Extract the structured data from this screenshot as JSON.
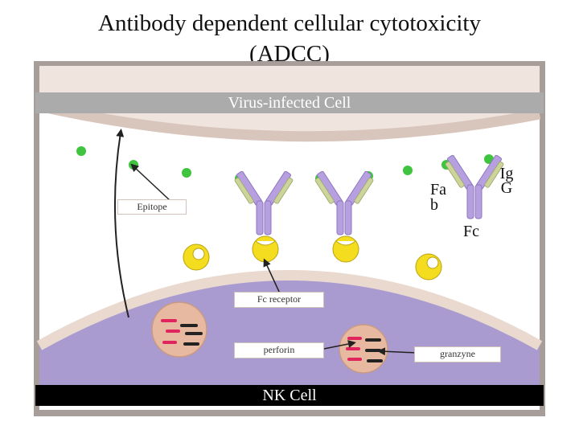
{
  "title_line1": "Antibody dependent cellular cytotoxicity",
  "title_line2": "(ADCC)",
  "virus_banner": "Virus-infected Cell",
  "nk_banner": "NK Cell",
  "labels": {
    "epitope": "Epitope",
    "fab_line1": "Fa",
    "fab_line2": "b",
    "igg_line1": "Ig",
    "igg_line2": "G",
    "fc": "Fc",
    "fc_receptor": "Fc receptor",
    "perforin": "perforin",
    "granzyne": "granzyne"
  },
  "colors": {
    "frame": "#a89e99",
    "virus_cell": "#f0e4de",
    "virus_membrane": "#d8c6bd",
    "nk_cell": "#a99bcf",
    "nk_membrane": "#e9d9cf",
    "antigen": "#3fc43f",
    "antibody": "#b7a0df",
    "fc_receptor": "#f4dc1e",
    "granule": "#e7b9a0",
    "perforin_dash": "#e0245e",
    "granzyme_dash": "#222222"
  }
}
